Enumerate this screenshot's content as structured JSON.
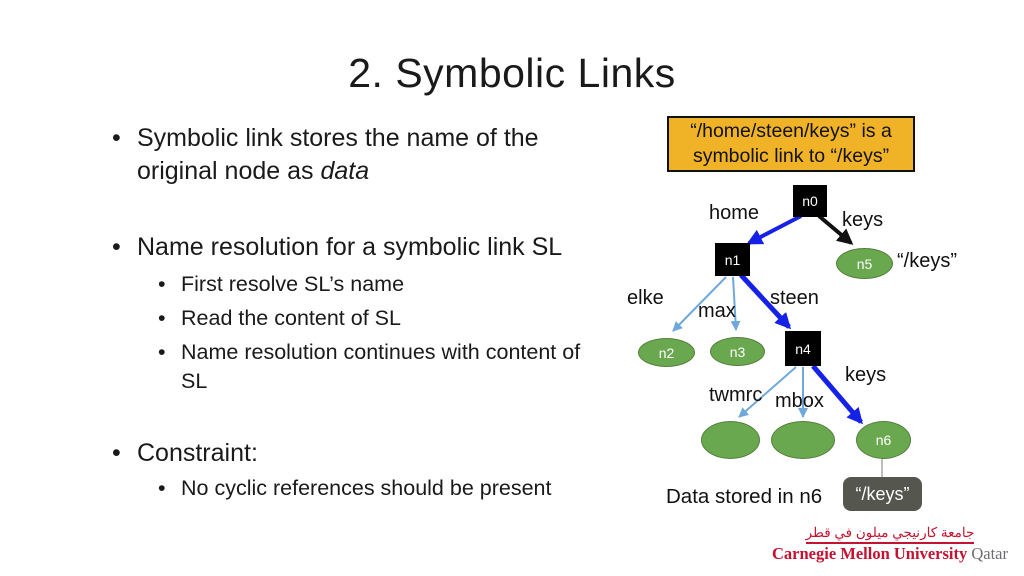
{
  "title": "2. Symbolic Links",
  "bullets": [
    {
      "text": "Symbolic link stores the name of the original node as ",
      "italic": "data"
    },
    {
      "text": "Name resolution for a symbolic link SL"
    },
    {
      "text": "First resolve SL’s name"
    },
    {
      "text": "Read the content of SL"
    },
    {
      "text": "Name resolution continues with content of SL"
    },
    {
      "text": "Constraint:"
    },
    {
      "text": "No cyclic references should be present"
    }
  ],
  "callout": {
    "line1": "“/home/steen/keys” is a",
    "line2": "symbolic link to “/keys”"
  },
  "diagram": {
    "nodes": {
      "n0": "n0",
      "n1": "n1",
      "n2": "n2",
      "n3": "n3",
      "n4": "n4",
      "n5": "n5",
      "n6": "n6"
    },
    "edge_labels": {
      "home": "home",
      "keys_root": "keys",
      "elke": "elke",
      "max": "max",
      "steen": "steen",
      "keys_steen": "keys",
      "twmrc": "twmrc",
      "mbox": "mbox"
    },
    "n5_annotation": "“/keys”",
    "data_caption": "Data stored in n6",
    "data_box_text": "“/keys”"
  },
  "logo": {
    "arabic": "جامعة كارنيجي ميلون في قطر",
    "university": "Carnegie Mellon University",
    "region": "Qatar"
  },
  "colors": {
    "callout_bg": "#f0b327",
    "node_green": "#6aa84f",
    "node_black": "#000000",
    "arrow_blue": "#1621e8",
    "arrow_lightblue": "#6fa8dc",
    "arrow_black": "#111111",
    "databox_bg": "#55564e",
    "cmu_red": "#c41230"
  }
}
